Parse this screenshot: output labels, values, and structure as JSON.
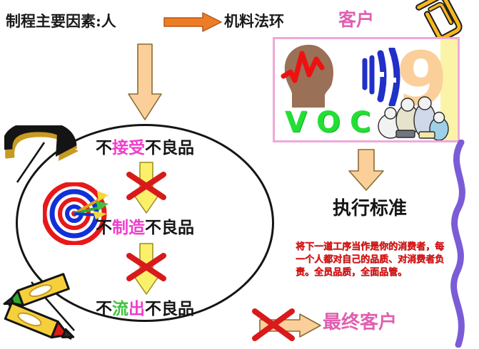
{
  "slide": {
    "title_left": "制程主要因素:人",
    "title_right": "机料法环",
    "customer_label": "客户"
  },
  "voc_box": {
    "letters": [
      "V",
      "O",
      "C"
    ],
    "nine": "9",
    "icons": [
      "head-profile-icon",
      "sound-wave-icon",
      "nine-digit",
      "people-group-icon"
    ],
    "border_color": "#f0a8d8",
    "letter_color": "#22e033",
    "nine_color": "#fbcf9a"
  },
  "cycle": {
    "line1": {
      "prefix": "不",
      "highlight": "接受",
      "suffix": "不良品",
      "highlight_color": "#ef3ccd"
    },
    "line2": {
      "prefix": "不",
      "highlight": "制造",
      "suffix": "不良品",
      "highlight_color": "#ef3ccd"
    },
    "line3": {
      "prefix": "不",
      "highlight_a": "流",
      "highlight_b": "出",
      "suffix": "不良品",
      "highlight_a_color": "#3fc23f",
      "highlight_b_color": "#ef3ccd"
    }
  },
  "right_column": {
    "exec_standard": "执行标准",
    "red_paragraph": "将下一道工序当作是你的消费者，每一个人都对自己的品质、对消费者负责。全员品质，全面品管。",
    "final_customer": "最终客户"
  },
  "decorations": {
    "orange_arrow": "orange-right-arrow",
    "peach_down_arrow_top": "peach-down-arrow",
    "peach_down_arrow_mid": "yellow-down-arrow",
    "peach_down_arrow_low": "yellow-down-arrow",
    "peach_down_arrow_right": "peach-down-arrow",
    "peach_right_arrow_bottom": "peach-right-arrow",
    "red_cross_1": "red-cross-icon",
    "red_cross_2": "red-cross-icon",
    "red_cross_3": "red-cross-icon",
    "target": "dartboard-target-icon",
    "swirl": "circular-arrow-icon",
    "pencils": "crossed-pencils-icon",
    "ribbon": "purple-wavy-ribbon",
    "paperclip": "gold-paperclip-icon",
    "ellipse": "process-cycle-ellipse"
  },
  "colors": {
    "orange": "#ed7d24",
    "peach": "#fbcf9a",
    "yellow": "#fbf06a",
    "magenta": "#e060b0",
    "red": "#e01b1b",
    "green": "#22e033",
    "purple": "#7b5cd6",
    "gold": "#c79a22"
  }
}
